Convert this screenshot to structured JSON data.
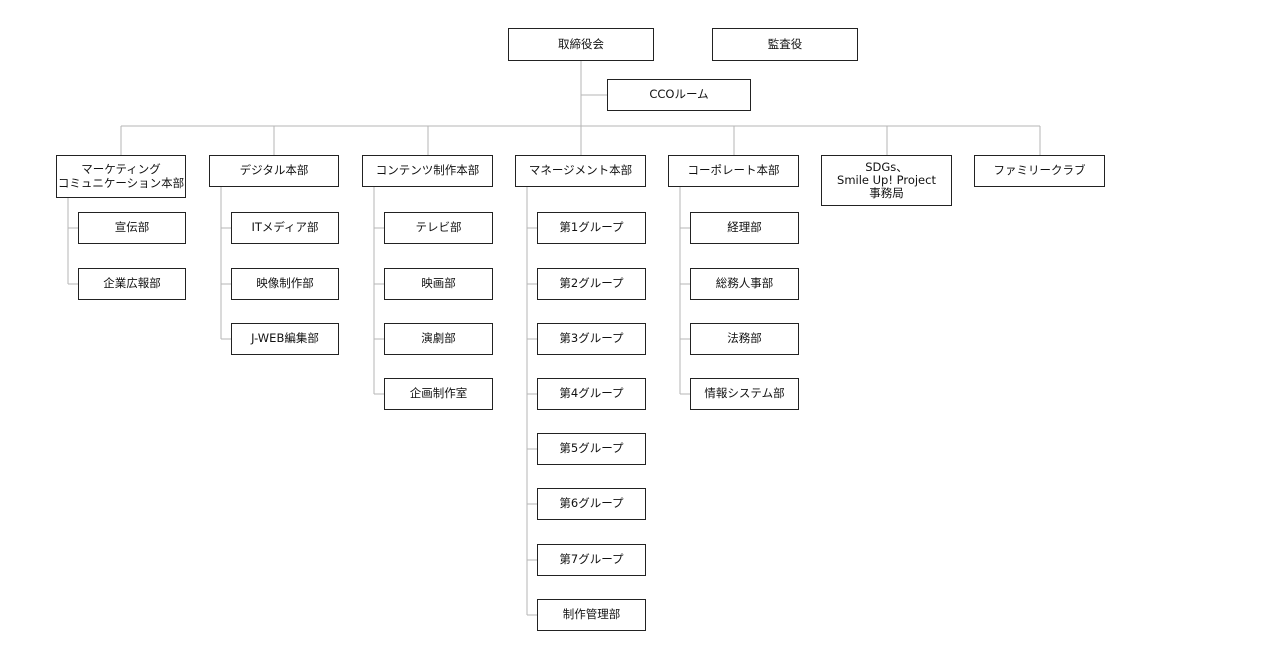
{
  "top": {
    "board": "取締役会",
    "auditor": "監査役",
    "cco_room": "CCOルーム"
  },
  "divisions": [
    {
      "label": "マーケティング\nコミュニケーション本部",
      "children": [
        "宣伝部",
        "企業広報部"
      ]
    },
    {
      "label": "デジタル本部",
      "children": [
        "ITメディア部",
        "映像制作部",
        "J-WEB編集部"
      ]
    },
    {
      "label": "コンテンツ制作本部",
      "children": [
        "テレビ部",
        "映画部",
        "演劇部",
        "企画制作室"
      ]
    },
    {
      "label": "マネージメント本部",
      "children": [
        "第1グループ",
        "第2グループ",
        "第3グループ",
        "第4グループ",
        "第5グループ",
        "第6グループ",
        "第7グループ",
        "制作管理部"
      ]
    },
    {
      "label": "コーポレート本部",
      "children": [
        "経理部",
        "総務人事部",
        "法務部",
        "情報システム部"
      ]
    },
    {
      "label": "SDGs、\nSmile Up! Project\n事務局",
      "children": []
    },
    {
      "label": "ファミリークラブ",
      "children": []
    }
  ],
  "colors": {
    "line": "#b5b5b5",
    "border": "#222222"
  }
}
